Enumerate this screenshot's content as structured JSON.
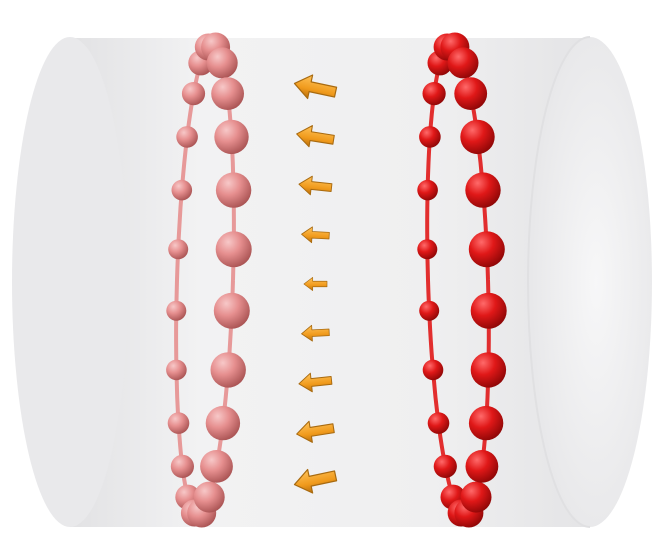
{
  "scene": {
    "colors": {
      "background": "#ffffff",
      "cylinder": "#ededef",
      "cylinder_edge": "#f6f6f7",
      "left_ring": "#e58f8f",
      "left_ring_dark": "#b85a5a",
      "right_ring": "#e01818",
      "right_ring_dark": "#9c0c0c",
      "arrow": "#f0a024",
      "arrow_dark": "#a86a10"
    },
    "rings": [
      {
        "name": "left-ring",
        "bead_count": 24,
        "color_key": "left_ring"
      },
      {
        "name": "right-ring",
        "bead_count": 24,
        "color_key": "right_ring"
      }
    ],
    "arrows": {
      "count": 9,
      "direction": "left",
      "icon": "arrow-left-icon"
    }
  }
}
